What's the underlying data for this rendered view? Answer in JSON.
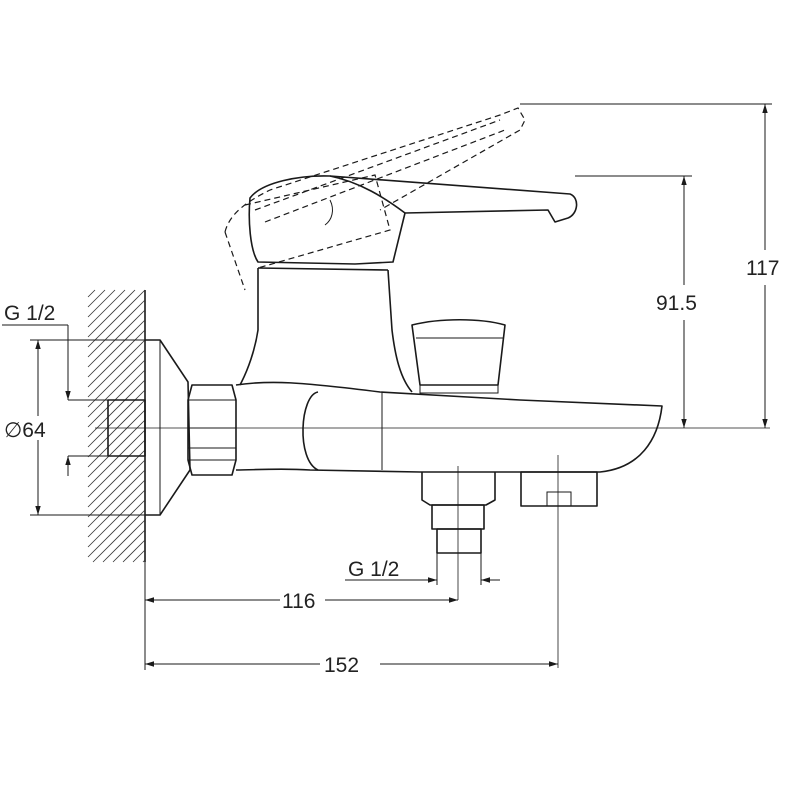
{
  "dimensions": {
    "thread_inlet": "G 1/2",
    "diameter_flange": "∅64",
    "thread_outlet": "G 1/2",
    "length_to_outlet": "116",
    "length_total": "152",
    "height_lever": "91.5",
    "height_total": "117"
  },
  "colors": {
    "line": "#1a1a1a",
    "background": "#ffffff"
  }
}
